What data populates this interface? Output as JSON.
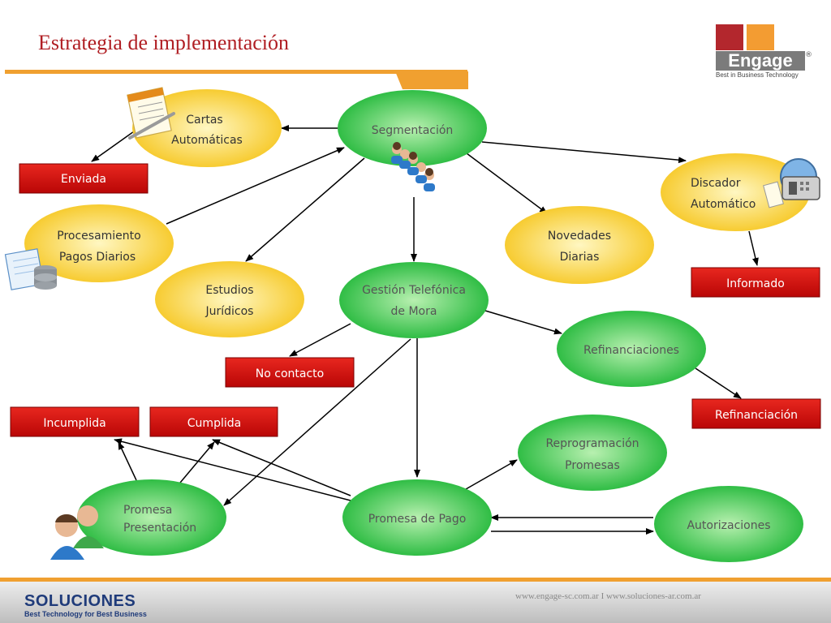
{
  "title": "Estrategia de implementación",
  "logo": {
    "word": "Engage",
    "reg": "®",
    "tagline": "Best in Business Technology"
  },
  "colors": {
    "yellow": "#f6c722",
    "green": "#22b83a",
    "red": "#d00a0a",
    "accent": "#f0a030",
    "title": "#b01e23"
  },
  "nodes": [
    {
      "id": "cartas",
      "kind": "yellow",
      "lines": [
        "Cartas",
        "Automáticas"
      ]
    },
    {
      "id": "segmentacion",
      "kind": "green",
      "lines": [
        "Segmentación"
      ]
    },
    {
      "id": "discador",
      "kind": "yellow",
      "lines": [
        "Discador",
        "Automático"
      ]
    },
    {
      "id": "procesamiento",
      "kind": "yellow",
      "lines": [
        "Procesamiento",
        "Pagos Diarios"
      ]
    },
    {
      "id": "novedades",
      "kind": "yellow",
      "lines": [
        "Novedades",
        "Diarias"
      ]
    },
    {
      "id": "estudios",
      "kind": "yellow",
      "lines": [
        "Estudios",
        "Jurídicos"
      ]
    },
    {
      "id": "gestion",
      "kind": "green",
      "lines": [
        "Gestión Telefónica",
        "de Mora"
      ]
    },
    {
      "id": "refinanciaciones",
      "kind": "green",
      "lines": [
        "Refinanciaciones"
      ]
    },
    {
      "id": "reprogramacion",
      "kind": "green",
      "lines": [
        "Reprogramación",
        "Promesas"
      ]
    },
    {
      "id": "promesa-presentacion",
      "kind": "green",
      "lines": [
        "Promesa",
        "Presentación"
      ]
    },
    {
      "id": "promesa-pago",
      "kind": "green",
      "lines": [
        "Promesa de Pago"
      ]
    },
    {
      "id": "autorizaciones",
      "kind": "green",
      "lines": [
        "Autorizaciones"
      ]
    }
  ],
  "status_boxes": [
    {
      "id": "enviada",
      "label": "Enviada"
    },
    {
      "id": "informado",
      "label": "Informado"
    },
    {
      "id": "no-contacto",
      "label": "No contacto"
    },
    {
      "id": "refinanciacion",
      "label": "Refinanciación"
    },
    {
      "id": "incumplida",
      "label": "Incumplida"
    },
    {
      "id": "cumplida",
      "label": "Cumplida"
    }
  ],
  "icons": [
    "letter-document-icon",
    "people-group-icon",
    "phone-headset-icon",
    "database-spreadsheet-icon",
    "two-people-icon"
  ],
  "footer": {
    "urls": "www.engage-sc.com.ar   I   www.soluciones-ar.com.ar",
    "logo_word": "SOLUCIONES",
    "logo_tagline": "Best Technology for Best Business"
  }
}
